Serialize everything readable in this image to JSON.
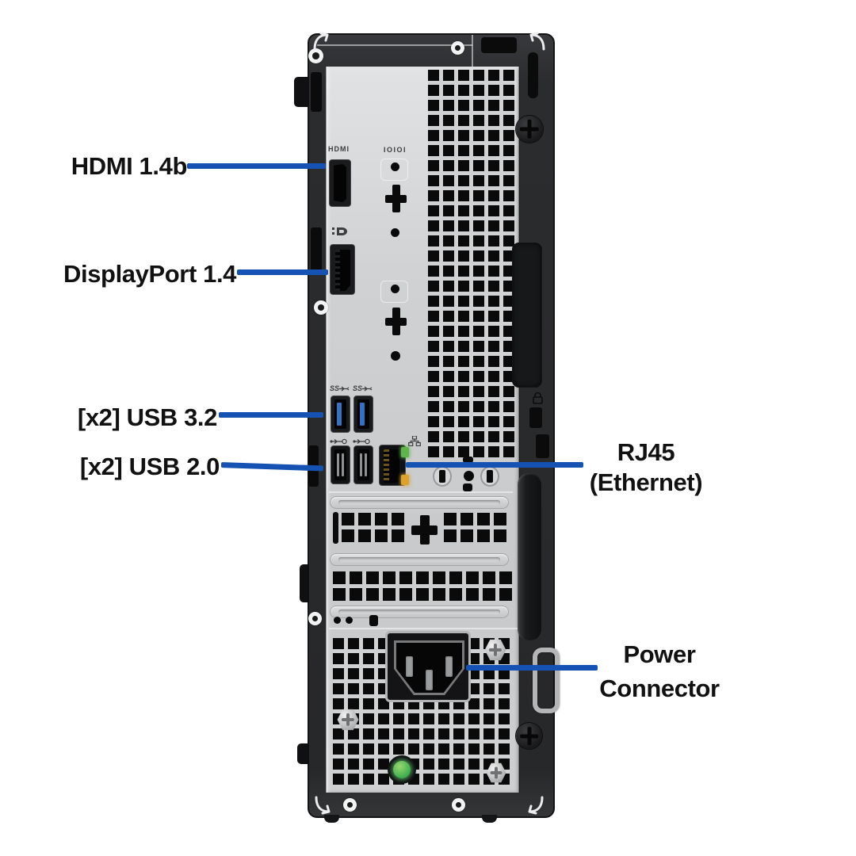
{
  "figure": {
    "subject": "Desktop tower rear panel port diagram",
    "style": "annotated product diagram on white background"
  },
  "colors": {
    "page-bg": "#ffffff",
    "leader-blue": "#1552b4",
    "label-text": "#111111",
    "usb3-blue": "#3570c4",
    "led-green": "#5db54b",
    "led-amber": "#dba32d",
    "power-led-green": "#3fae4e",
    "vent-black": "#0a0a0b"
  },
  "annotations": {
    "hdmi": {
      "label": "HDMI 1.4b"
    },
    "displayport": {
      "label": "DisplayPort 1.4"
    },
    "usb32": {
      "label": "[x2] USB 3.2"
    },
    "usb20": {
      "label": "[x2] USB 2.0"
    },
    "rj45": {
      "line1": "RJ45",
      "line2": "(Ethernet)"
    },
    "power": {
      "line1": "Power",
      "line2": "Connector"
    }
  },
  "panel_markings": {
    "hdmi_text": "HDMI",
    "serial_knockout_text": "IOIOI",
    "usb3_speed_text": "SS"
  }
}
